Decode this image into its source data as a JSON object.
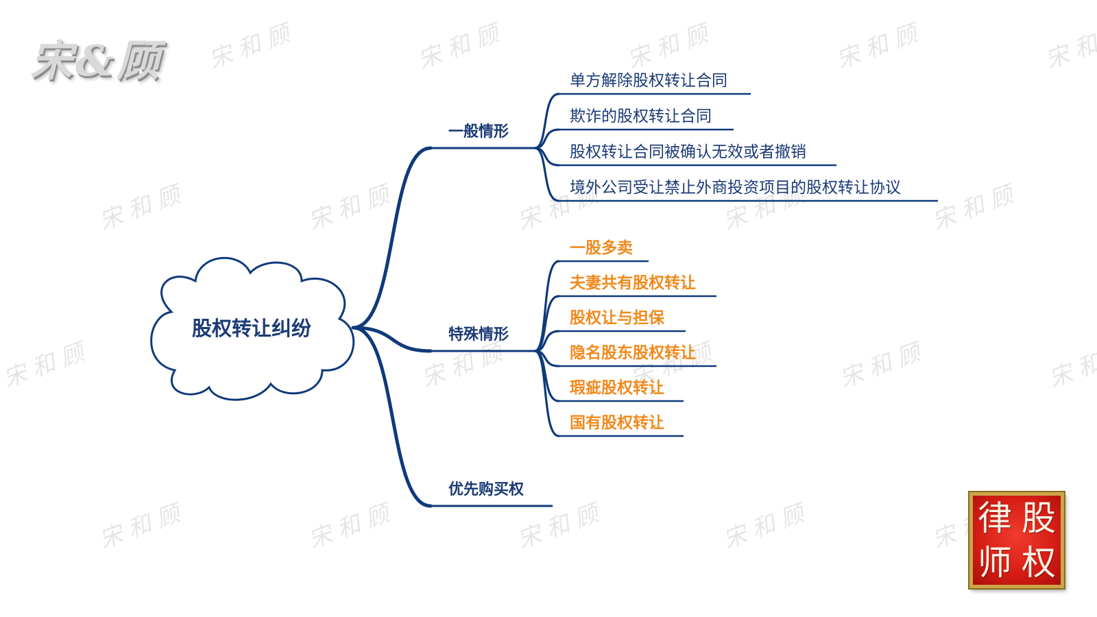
{
  "brand": {
    "logo_text": "宋&顾"
  },
  "watermark": {
    "text": "宋和顾"
  },
  "colors": {
    "line": "#0f3a7a",
    "text_blue": "#1b3a75",
    "text_orange": "#f08a1d",
    "seal_red": "#d41c14",
    "seal_gold": "#caa64a"
  },
  "mindmap": {
    "root": "股权转让纠纷",
    "branches": [
      {
        "label": "一般情形",
        "children": [
          {
            "label": "单方解除股权转让合同",
            "style": "normal"
          },
          {
            "label": "欺诈的股权转让合同",
            "style": "normal"
          },
          {
            "label": "股权转让合同被确认无效或者撤销",
            "style": "normal"
          },
          {
            "label": "境外公司受让禁止外商投资项目的股权转让协议",
            "style": "normal"
          }
        ]
      },
      {
        "label": "特殊情形",
        "children": [
          {
            "label": "一股多卖",
            "style": "highlight"
          },
          {
            "label": "夫妻共有股权转让",
            "style": "highlight"
          },
          {
            "label": "股权让与担保",
            "style": "highlight"
          },
          {
            "label": "隐名股东股权转让",
            "style": "highlight"
          },
          {
            "label": "瑕疵股权转让",
            "style": "highlight"
          },
          {
            "label": "国有股权转让",
            "style": "highlight"
          }
        ]
      },
      {
        "label": "优先购买权",
        "children": []
      }
    ]
  },
  "seal": {
    "chars": [
      "律",
      "股",
      "师",
      "权"
    ]
  }
}
